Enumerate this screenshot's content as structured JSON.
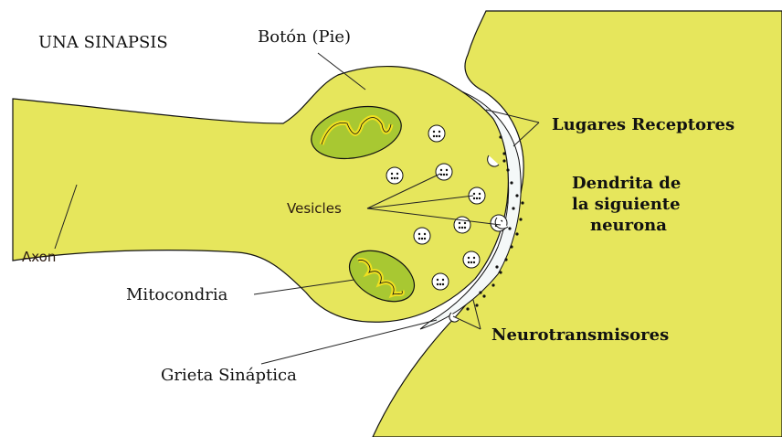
{
  "title": "UNA SINAPSIS",
  "labels": {
    "boton": "Botón (Pie)",
    "receptores": "Lugares Receptores",
    "dendrita_1": "Dendrita de",
    "dendrita_2": "la siguiente",
    "dendrita_3": "neurona",
    "vesicles": "Vesicles",
    "axon": "Axon",
    "mitocondria": "Mitocondria",
    "neurotransmisores": "Neurotransmisores",
    "grieta": "Grieta Sináptica"
  },
  "colors": {
    "neuron_fill": "#e6e65c",
    "mitochondria_fill": "#a8c832",
    "mitochondria_crista": "#f0e020",
    "outline": "#111111"
  }
}
